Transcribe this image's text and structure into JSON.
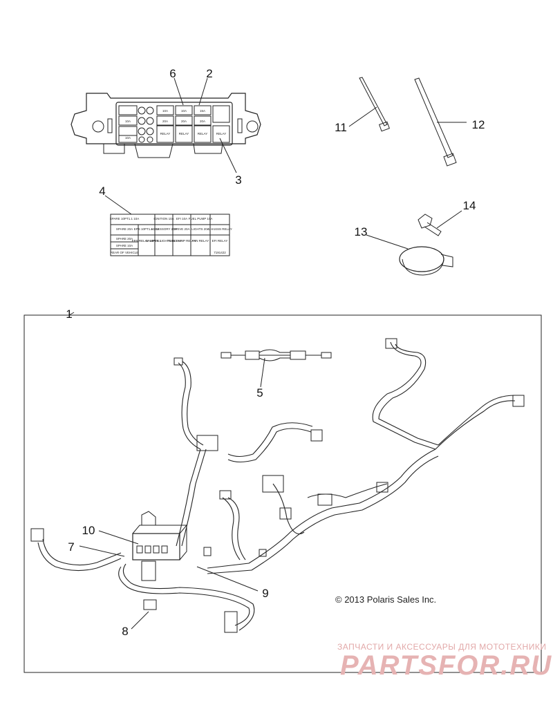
{
  "callouts": {
    "c1": "1",
    "c2": "2",
    "c3": "3",
    "c4": "4",
    "c5": "5",
    "c6": "6",
    "c7": "7",
    "c8": "8",
    "c9": "9",
    "c10": "10",
    "c11": "11",
    "c12": "12",
    "c13": "13",
    "c14": "14"
  },
  "fuse_box_labels": {
    "r1": [
      "10A",
      "10A",
      "15A"
    ],
    "r2": [
      "10A",
      "20A",
      "20A",
      "20A"
    ],
    "r3": [
      "RELAY",
      "RELAY",
      "RELAY",
      "RELAY"
    ],
    "r4": [
      "10A"
    ]
  },
  "fuse_chart": {
    "rows": [
      [
        "SPARE 10PT1.1 10A",
        "",
        "IGNITION 10A",
        "EFI 10A",
        "FUEL PUMP 10A",
        ""
      ],
      [
        "SPARE 20A",
        "EPS 10PT1.1 20A",
        "ACCESSORY 20A",
        "DRIVE 20A",
        "LIGHTS 20A",
        "CHASSIS RELAY"
      ],
      [
        "SPARE 20A",
        "EPS RELAY 10PT1.1",
        "DAMPER LIGHTS RELAY",
        "FUEL PUMP RELAY",
        "FAN RELAY",
        "EFI RELAY"
      ],
      [
        "SPARE 10A",
        "",
        "",
        "",
        "",
        ""
      ]
    ],
    "footer": "REAR OF VEHICLE",
    "code": "7191422"
  },
  "copyright": "© 2013 Polaris Sales Inc.",
  "watermark": {
    "top": "ЗАПЧАСТИ И АКСЕССУАРЫ ДЛЯ МОТОТЕХНИКИ",
    "main": "PARTSFOR.RU"
  }
}
